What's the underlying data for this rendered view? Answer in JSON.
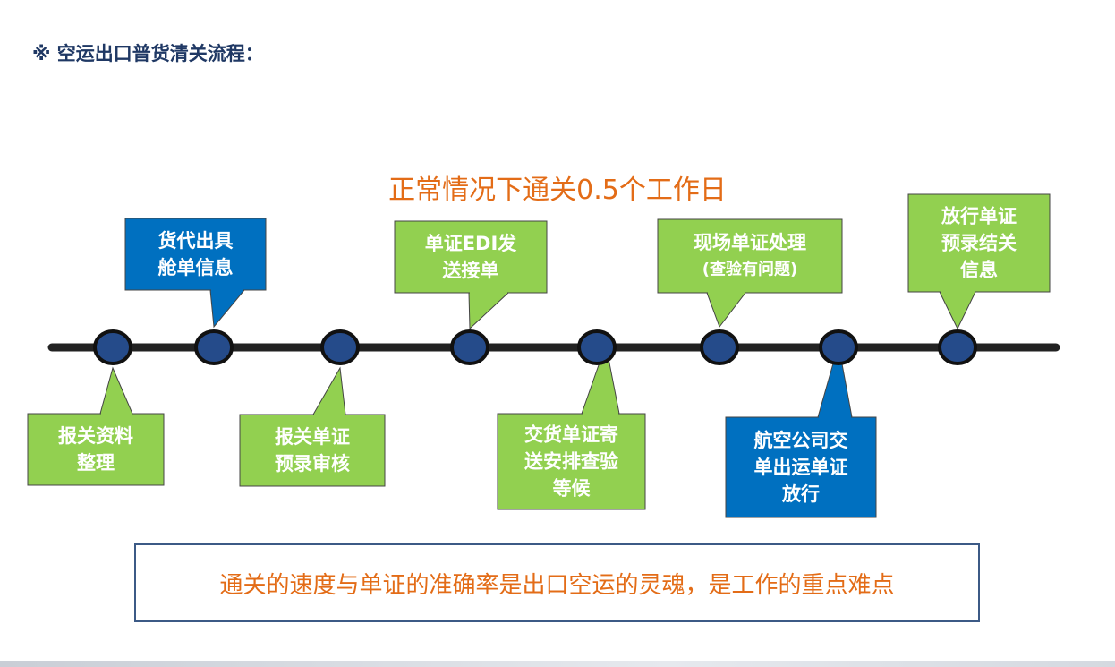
{
  "heading": "※ 空运出口普货清关流程：",
  "subtitle": "正常情况下通关0.5个工作日",
  "colors": {
    "green": "#92d050",
    "blue": "#0070c0",
    "node": "#254b8a",
    "line": "#222222",
    "accent": "#e36c17"
  },
  "steps": [
    {
      "lines": [
        "报关资料",
        "整理"
      ],
      "position": "below",
      "color": "green"
    },
    {
      "lines": [
        "货代出具",
        "舱单信息"
      ],
      "position": "above",
      "color": "blue"
    },
    {
      "lines": [
        "报关单证",
        "预录审核"
      ],
      "position": "below",
      "color": "green"
    },
    {
      "lines": [
        "单证EDI发",
        "送接单"
      ],
      "position": "above",
      "color": "green"
    },
    {
      "lines": [
        "交货单证寄",
        "送安排查验",
        "等候"
      ],
      "position": "below",
      "color": "green"
    },
    {
      "lines": [
        "现场单证处理",
        "(查验有问题)"
      ],
      "position": "above",
      "color": "green"
    },
    {
      "lines": [
        "航空公司交",
        "单出运单证",
        "放行"
      ],
      "position": "below",
      "color": "blue"
    },
    {
      "lines": [
        "放行单证",
        "预录结关",
        "信息"
      ],
      "position": "above",
      "color": "green"
    }
  ],
  "footer": "通关的速度与单证的准确率是出口空运的灵魂，是工作的重点难点"
}
